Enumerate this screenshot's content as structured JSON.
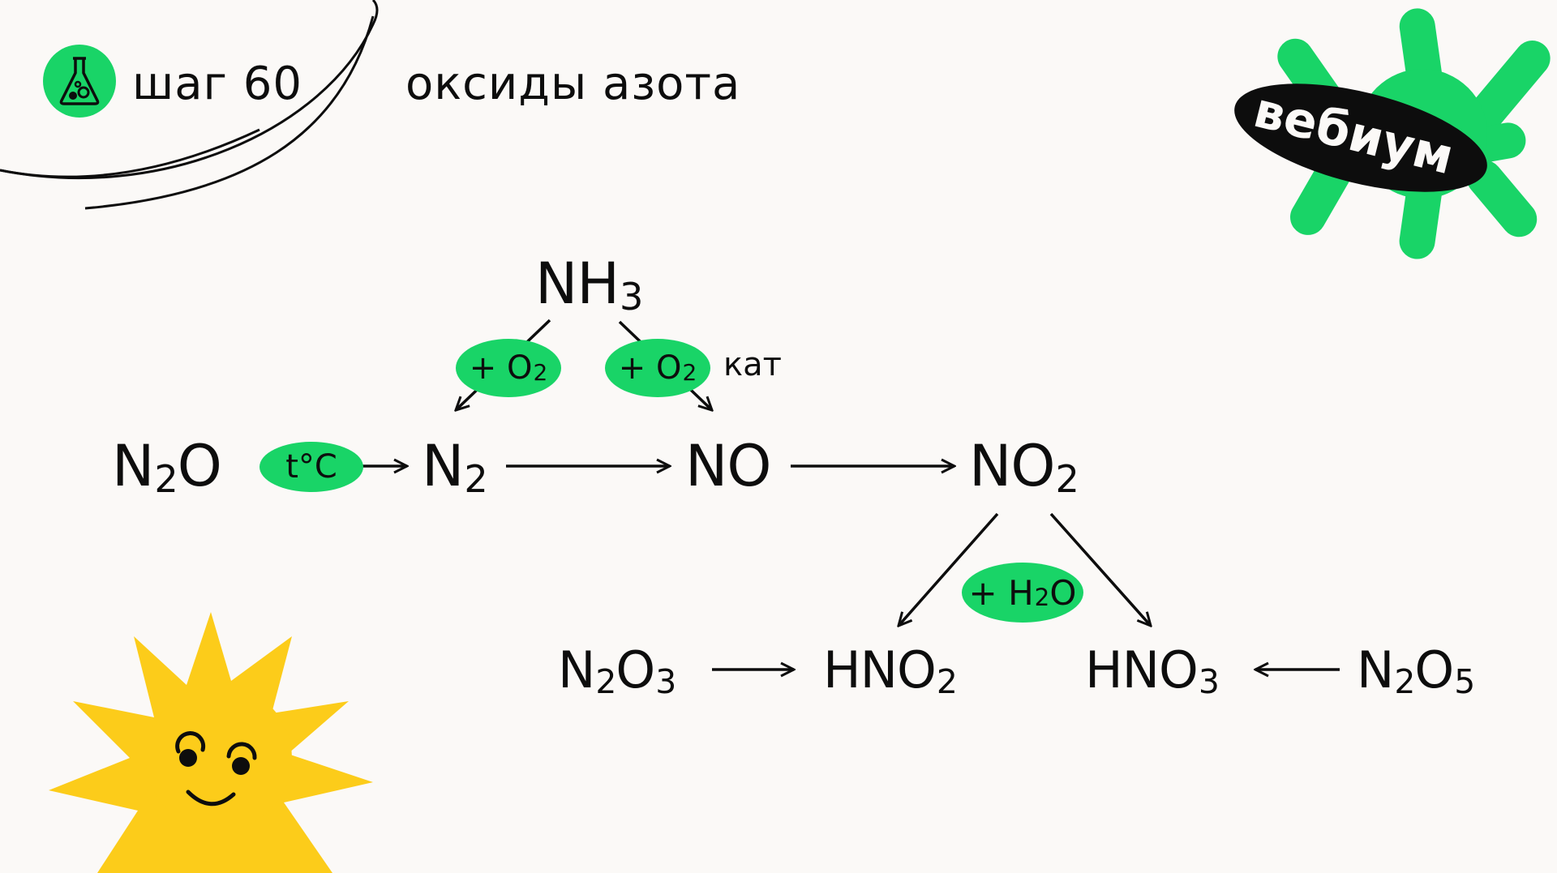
{
  "header": {
    "step_label": "шаг 60",
    "topic": "оксиды азота",
    "icon": "flask-icon"
  },
  "logo": {
    "text": "вебиум",
    "color": "#19d467"
  },
  "colors": {
    "accent": "#19d467",
    "sun": "#fccc1a",
    "ink": "#0d0d0d",
    "background": "#fbf9f7"
  },
  "diagram": {
    "nh3": {
      "main": "NH",
      "sub": "3"
    },
    "n2o": {
      "a": "N",
      "s1": "2",
      "b": "O"
    },
    "n2": {
      "a": "N",
      "s1": "2"
    },
    "no": {
      "a": "NO"
    },
    "no2": {
      "a": "NO",
      "s1": "2"
    },
    "n2o3": {
      "a": "N",
      "s1": "2",
      "b": "O",
      "s2": "3"
    },
    "hno2": {
      "a": "HNO",
      "s1": "2"
    },
    "hno3": {
      "a": "HNO",
      "s1": "3"
    },
    "n2o5": {
      "a": "N",
      "s1": "2",
      "b": "O",
      "s2": "5"
    },
    "conditions": {
      "o2_left": {
        "a": "+ O",
        "s": "2"
      },
      "o2_right": {
        "a": "+ O",
        "s": "2"
      },
      "catalyst": "кат",
      "heat": "t°C",
      "water": {
        "a": "+ H",
        "s": "2",
        "b": "O"
      }
    }
  }
}
